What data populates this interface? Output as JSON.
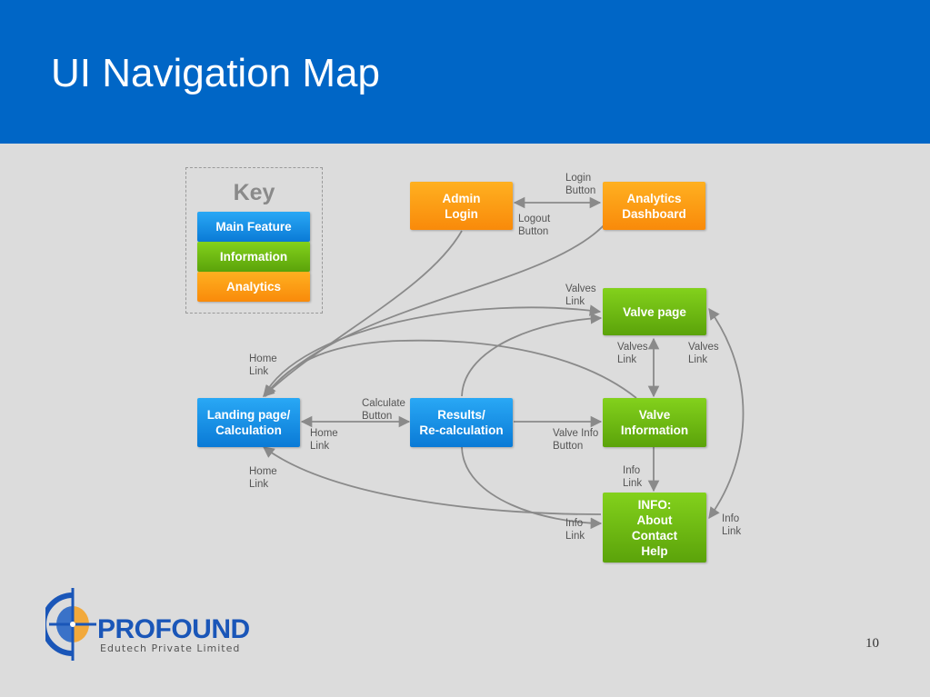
{
  "slide": {
    "title": "UI Navigation Map",
    "page_number": "10"
  },
  "key": {
    "title": "Key",
    "items": [
      "Main Feature",
      "Information",
      "Analytics"
    ]
  },
  "nodes": {
    "admin_login": "Admin\nLogin",
    "analytics_dashboard": "Analytics\nDashboard",
    "valve_page": "Valve page",
    "landing": "Landing page/\nCalculation",
    "results": "Results/\nRe-calculation",
    "valve_info": "Valve\nInformation",
    "info": "INFO:\nAbout\nContact\nHelp"
  },
  "edge_labels": {
    "login_button": "Login\nButton",
    "logout_button": "Logout\nButton",
    "valves_link_top": "Valves\nLink",
    "valves_link_mid": "Valves\nLink",
    "valves_link_right": "Valves\nLink",
    "home_link_top": "Home\nLink",
    "calculate_button": "Calculate\nButton",
    "home_link_mid": "Home\nLink",
    "valve_info_button": "Valve Info\nButton",
    "info_link_mid": "Info\nLink",
    "home_link_bottom": "Home\nLink",
    "info_link_bottom": "Info\nLink",
    "info_link_right": "Info\nLink"
  },
  "logo": {
    "name": "PROFOUND",
    "subtitle": "Edutech Private Limited"
  },
  "colors": {
    "header": "#0066c6",
    "main_feature": "#1a90e8",
    "information": "#6cbb12",
    "analytics": "#fb9a14"
  }
}
